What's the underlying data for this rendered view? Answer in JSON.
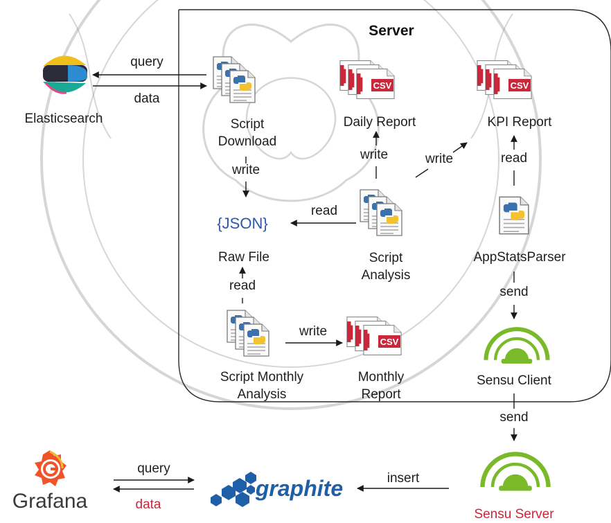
{
  "server": {
    "title": "Server"
  },
  "nodes": {
    "elasticsearch": {
      "label": "Elasticsearch"
    },
    "script_download": {
      "line1": "Script",
      "line2": "Download"
    },
    "daily_report": {
      "label": "Daily Report"
    },
    "kpi_report": {
      "label": "KPI Report"
    },
    "raw_file": {
      "label": "Raw File",
      "badge": "{JSON}"
    },
    "script_analysis": {
      "line1": "Script",
      "line2": "Analysis"
    },
    "appstatsparser": {
      "label": "AppStatsParser"
    },
    "script_monthly": {
      "line1": "Script Monthly",
      "line2": "Analysis"
    },
    "monthly_report": {
      "line1": "Monthly",
      "line2": "Report"
    },
    "sensu_client": {
      "label": "Sensu Client"
    },
    "sensu_server": {
      "label": "Sensu Server"
    },
    "grafana": {
      "label": "Grafana"
    },
    "graphite": {
      "label": "graphite"
    }
  },
  "csv_badge": "CSV",
  "edges": {
    "es_query": "query",
    "es_data": "data",
    "dl_write": "write",
    "an_read": "read",
    "an_write_daily": "write",
    "an_write_kpi": "write",
    "kpi_read": "read",
    "raw_read": "read",
    "monthly_write": "write",
    "asp_send": "send",
    "client_send": "send",
    "insert": "insert",
    "gf_query": "query",
    "gf_data": "data"
  },
  "colors": {
    "csv_red": "#c8283a",
    "sensu_green": "#7ab929",
    "grafana_orange": "#f0522a",
    "graphite_blue": "#1f5fa8",
    "json_blue": "#2a5aa8"
  }
}
